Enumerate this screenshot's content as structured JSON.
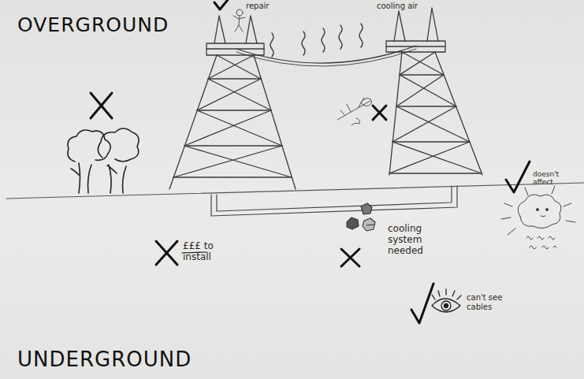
{
  "diagram": {
    "labels": [
      "OVERGROUND",
      "repair",
      "cooling air",
      "£££ to install",
      "cooling system needed",
      "doesn't affect",
      "can't see cables",
      "UNDERGROUND"
    ]
  }
}
